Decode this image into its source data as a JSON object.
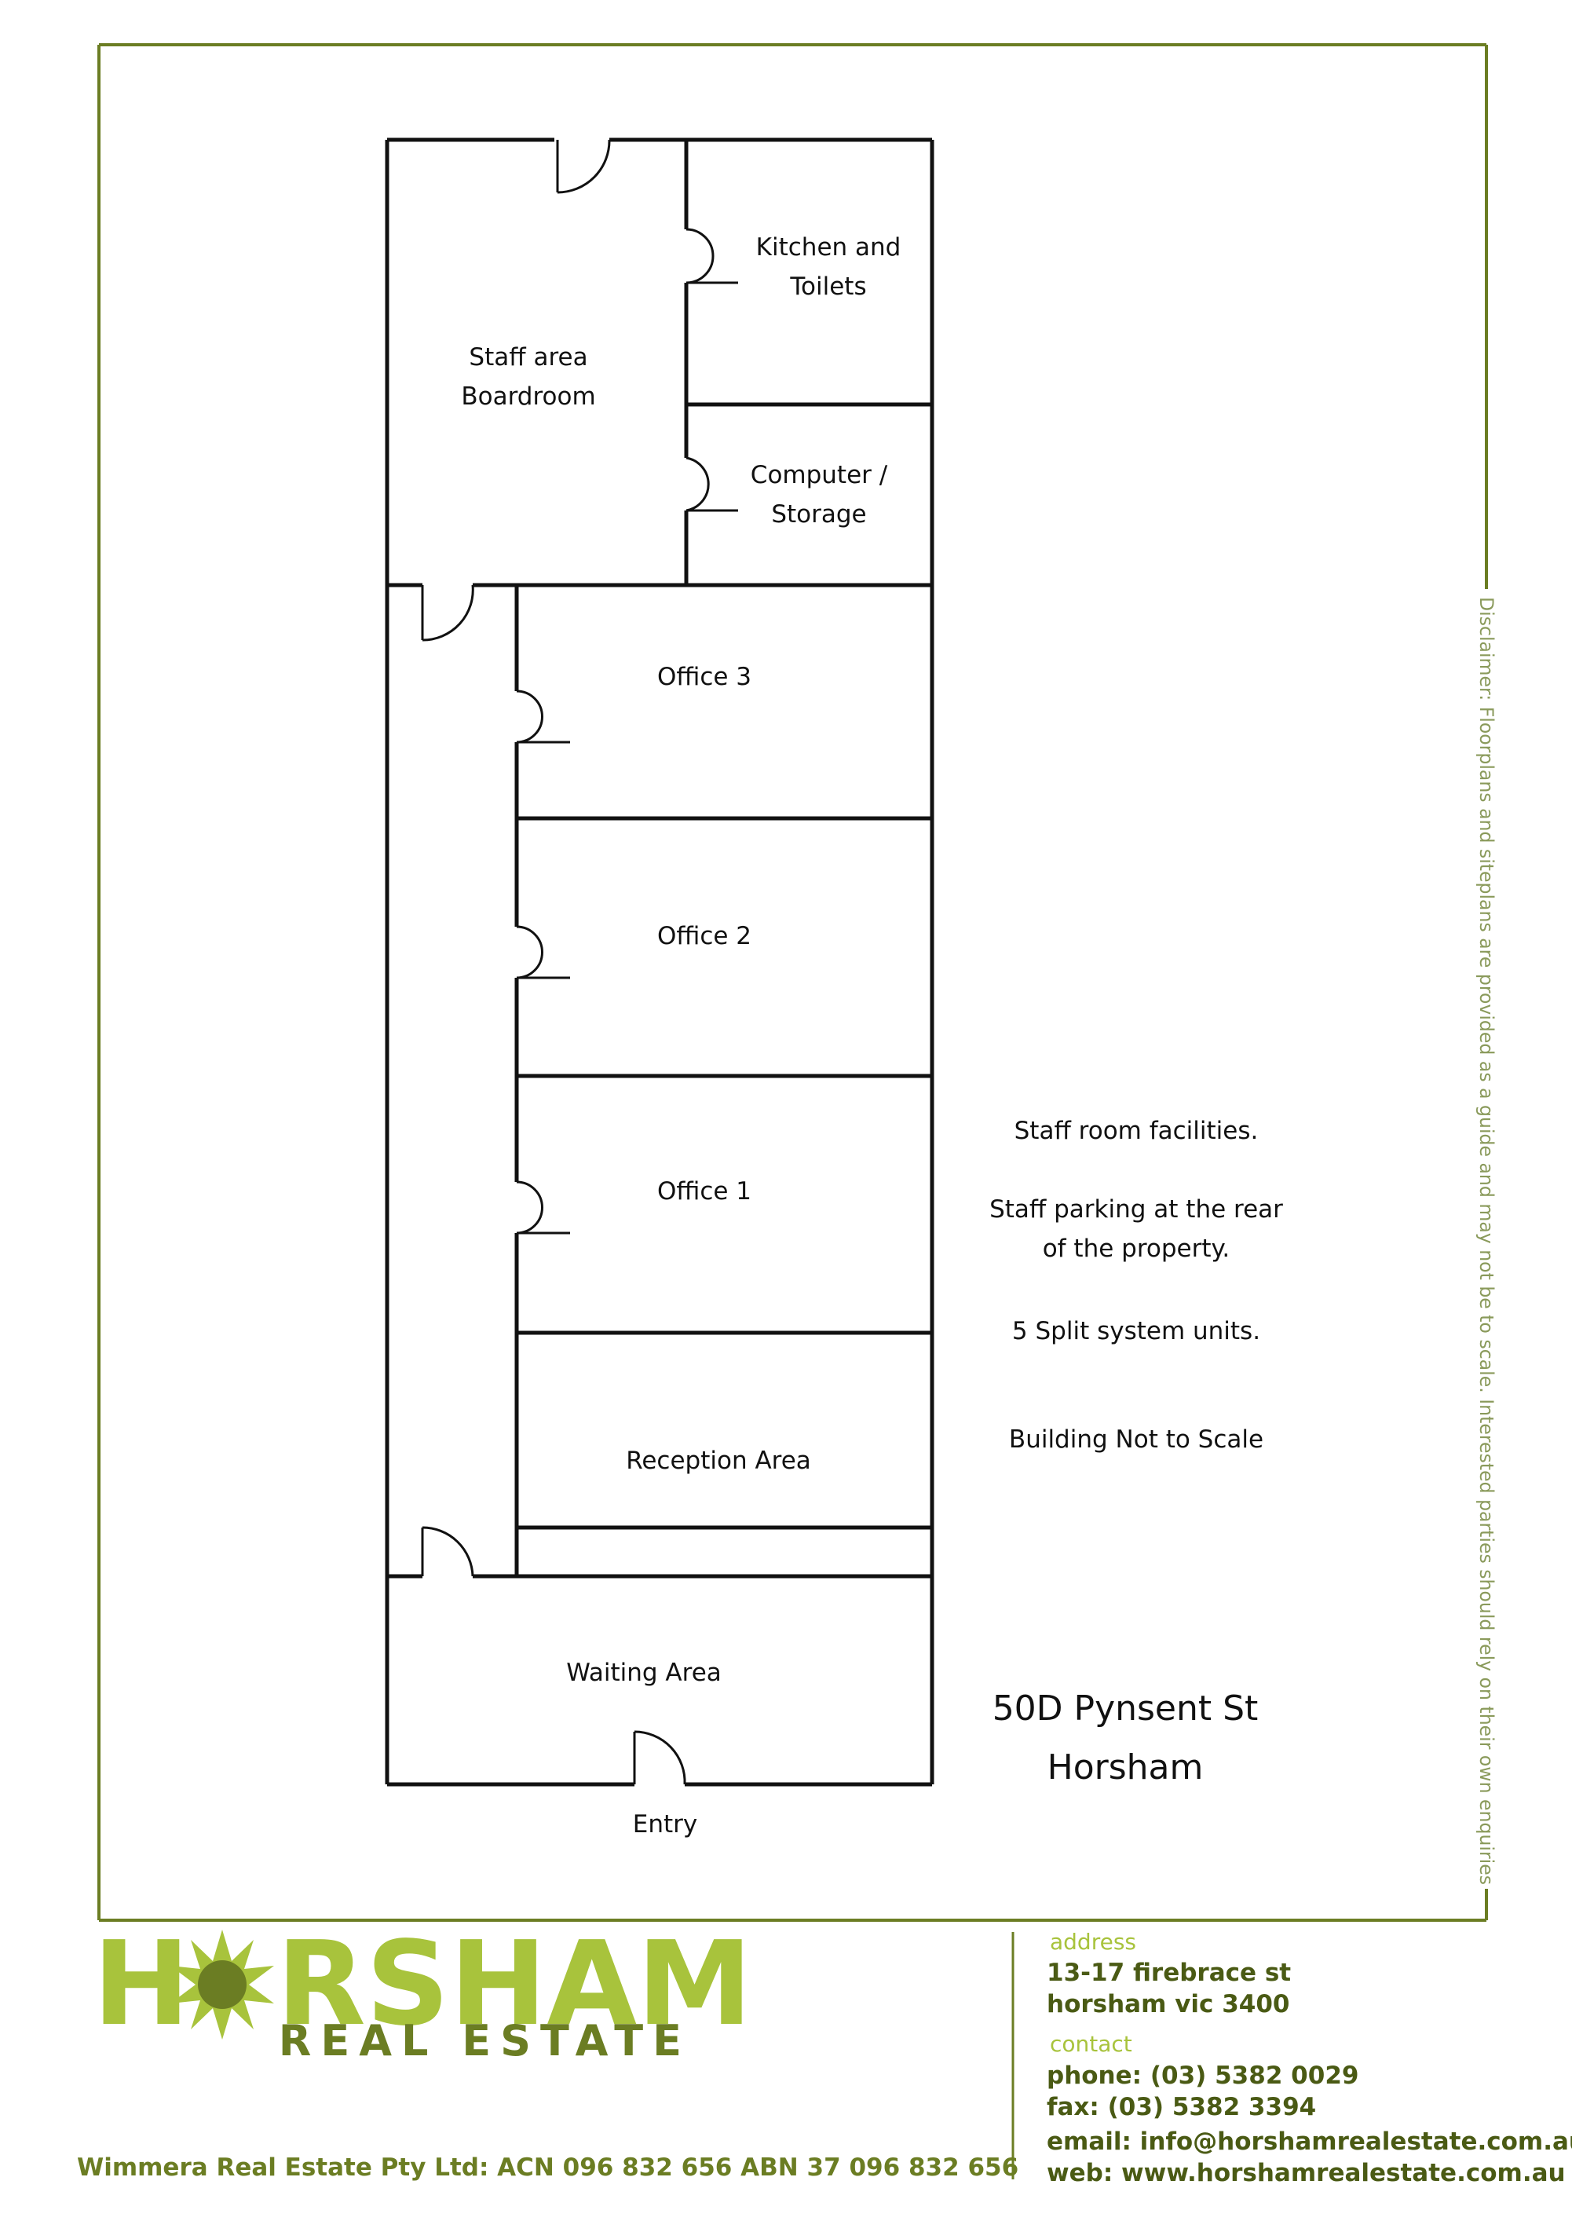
{
  "rooms": {
    "staff_area_line1": "Staff area",
    "staff_area_line2": "Boardroom",
    "kitchen_line1": "Kitchen and",
    "kitchen_line2": "Toilets",
    "computer_line1": "Computer /",
    "computer_line2": "Storage",
    "office3": "Office 3",
    "office2": "Office 2",
    "office1": "Office 1",
    "reception": "Reception Area",
    "waiting": "Waiting Area",
    "entry": "Entry"
  },
  "notes": {
    "facilities": "Staff room facilities.",
    "parking_line1": "Staff parking at the rear",
    "parking_line2": "of the property.",
    "units": "5 Split system units.",
    "scale": "Building Not to Scale"
  },
  "property_address": {
    "line1": "50D Pynsent St",
    "line2": "Horsham"
  },
  "disclaimer": "Disclaimer: Floorplans and siteplans are provided as a guide and may not be to scale. Interested parties should rely on their own enquiries",
  "logo": {
    "word": "HORSHAM",
    "subtitle": "REAL ESTATE"
  },
  "company": "Wimmera Real Estate Pty Ltd:  ACN 096 832 656   ABN  37 096 832 656",
  "contact": {
    "address_heading": "address",
    "address_line1": "13-17 firebrace st",
    "address_line2": "horsham  vic  3400",
    "contact_heading": "contact",
    "phone": "phone: (03) 5382 0029",
    "fax": "fax: (03) 5382 3394",
    "email": "email: info@horshamrealestate.com.au",
    "web": "web: www.horshamrealestate.com.au"
  },
  "colors": {
    "brand_green": "#a8c33c",
    "dark_green": "#6b7d23",
    "frame_green": "#6b7d23"
  }
}
